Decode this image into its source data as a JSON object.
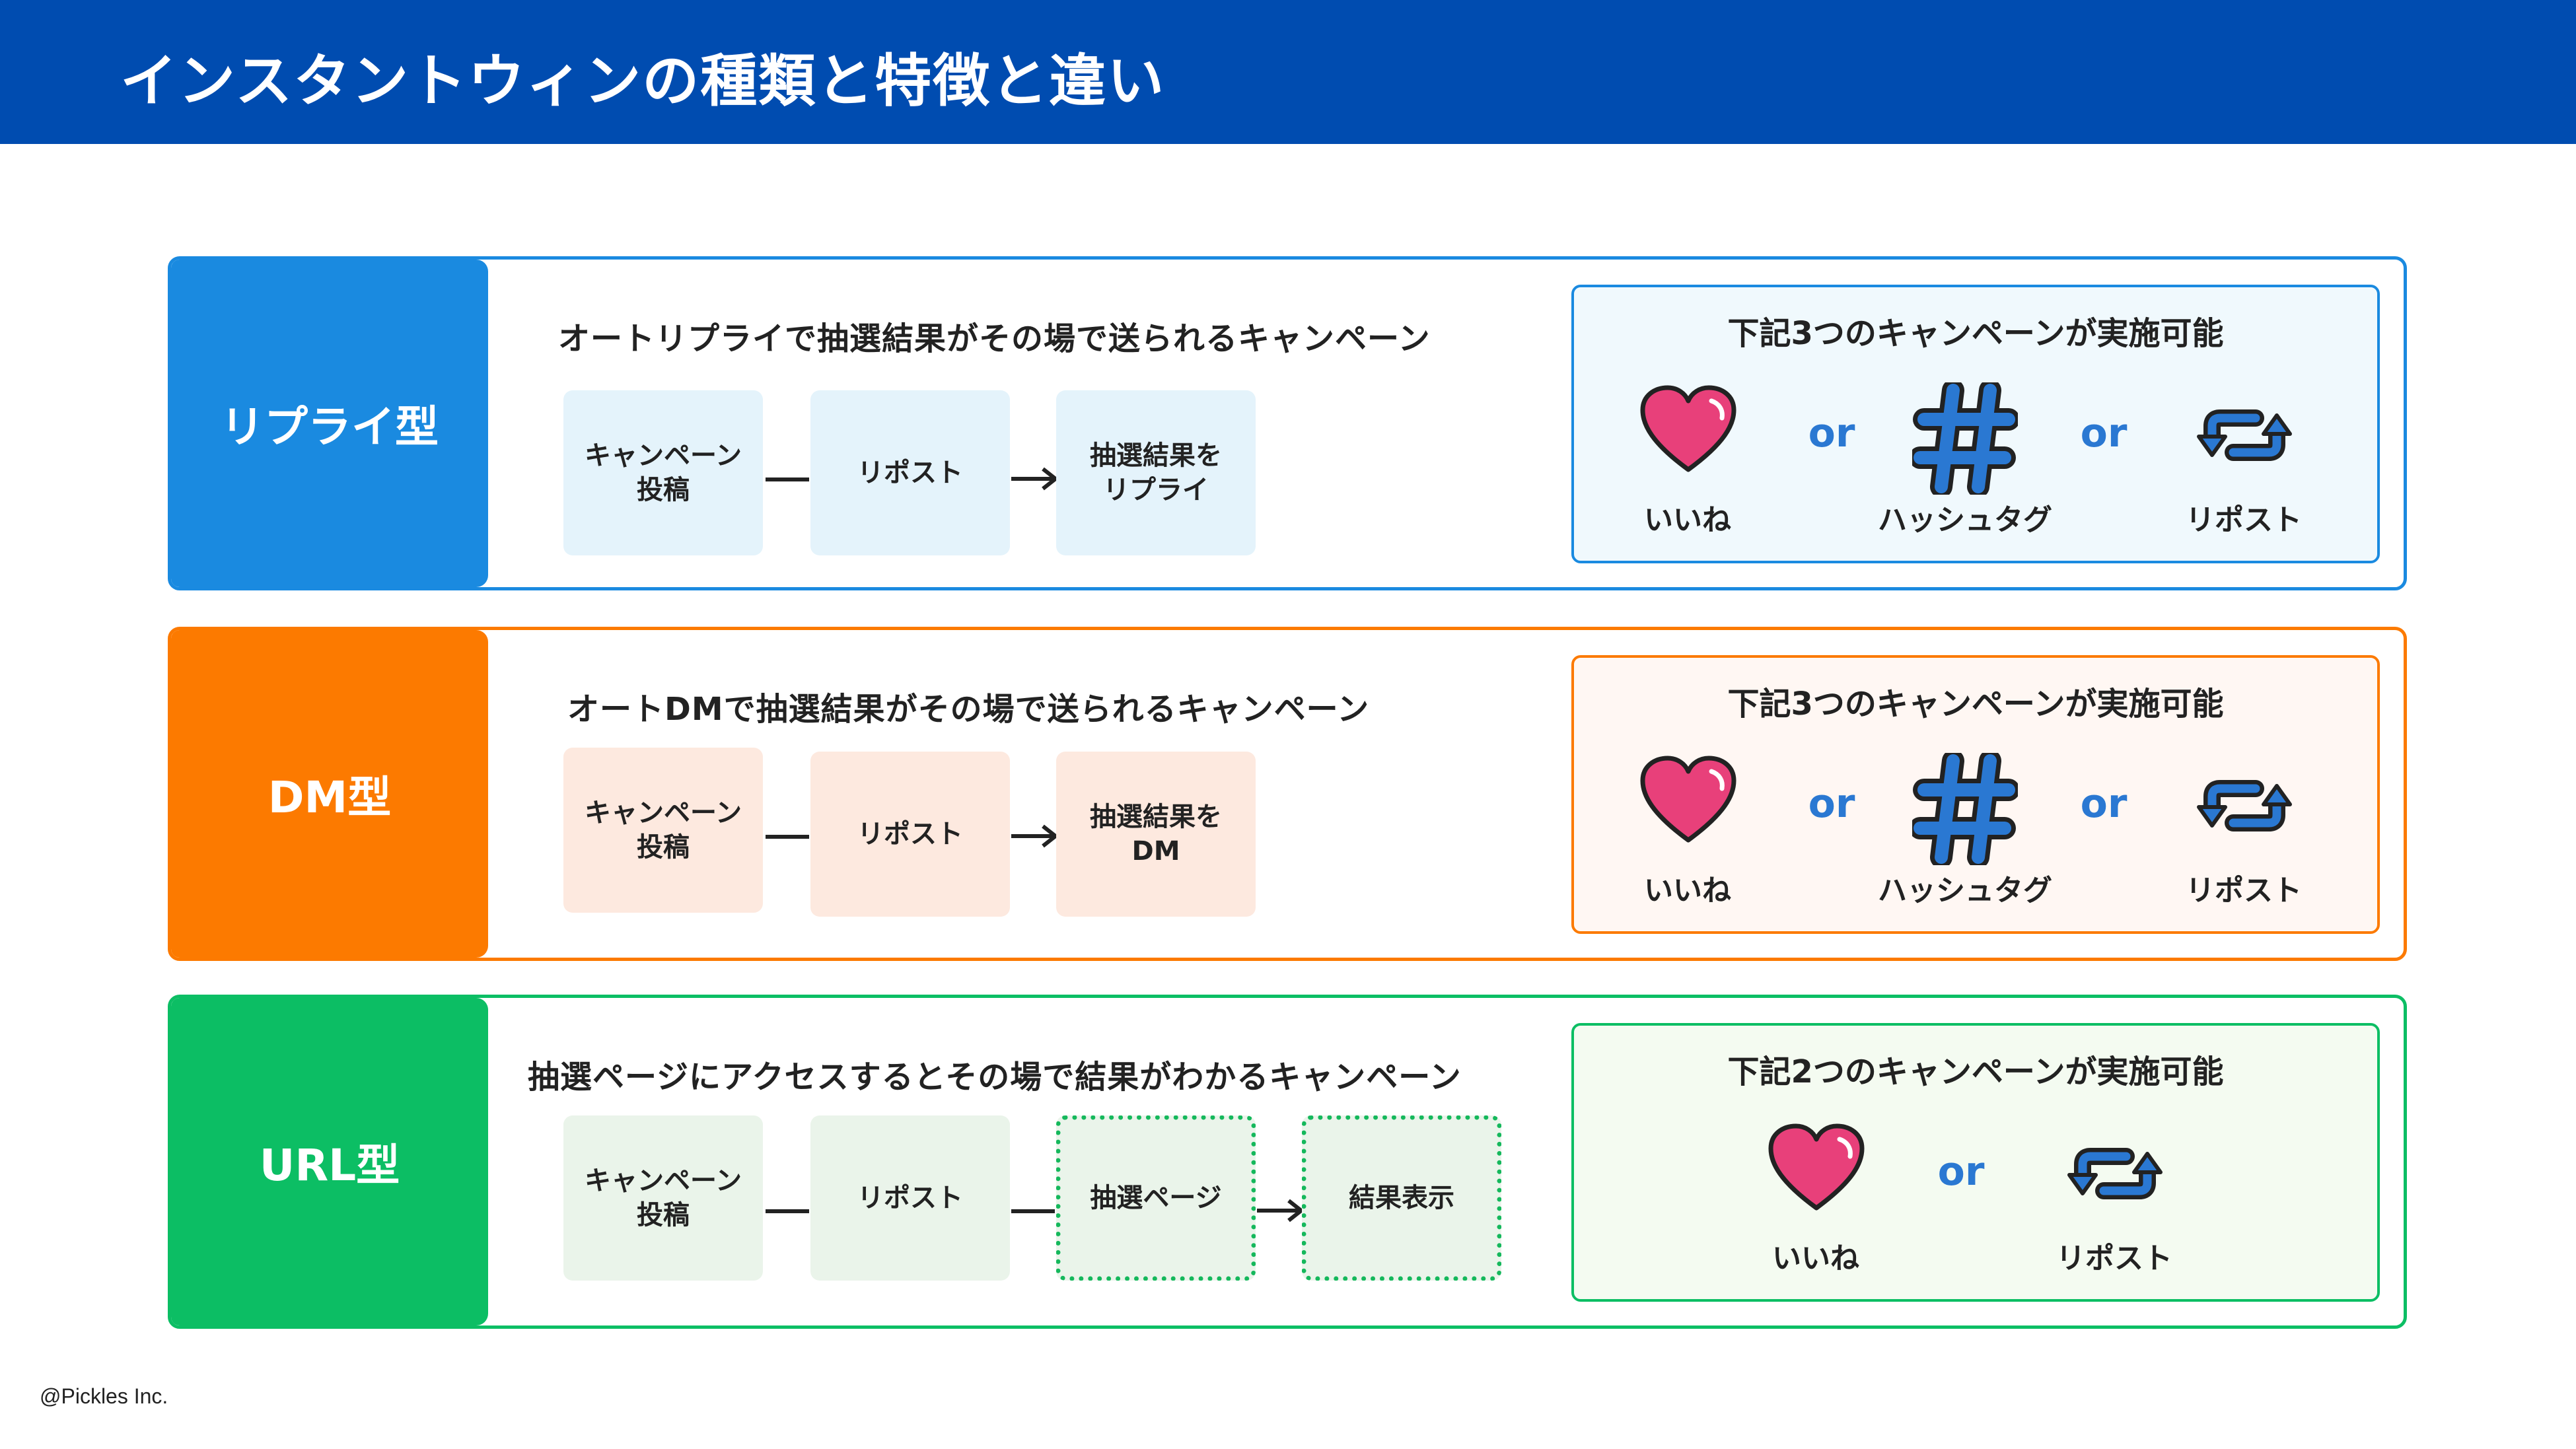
{
  "header": {
    "title": "インスタントウィンの種類と特徴と違い"
  },
  "colors": {
    "header": "#004cb0",
    "reply": "#1a8ae0",
    "dm": "#fc7a00",
    "url": "#0cbe64",
    "or": "#2a78d2",
    "heart": "#e8407a",
    "hash": "#2a78d2",
    "repost": "#2a78d2"
  },
  "rows": [
    {
      "label": "リプライ型",
      "description": "オートリプライで抽選結果がその場で送られるキャンペーン",
      "steps": [
        "キャンペーン\n投稿",
        "リポスト",
        "抽選結果を\nリプライ"
      ],
      "options_title": "下記3つのキャンペーンが実施可能",
      "options": [
        {
          "icon": "heart-icon",
          "label": "いいね"
        },
        {
          "icon": "hashtag-icon",
          "label": "ハッシュタグ"
        },
        {
          "icon": "repost-icon",
          "label": "リポスト"
        }
      ],
      "or_text": "or"
    },
    {
      "label": "DM型",
      "description": "オートDMで抽選結果がその場で送られるキャンペーン",
      "steps": [
        "キャンペーン\n投稿",
        "リポスト",
        "抽選結果を\nDM"
      ],
      "options_title": "下記3つのキャンペーンが実施可能",
      "options": [
        {
          "icon": "heart-icon",
          "label": "いいね"
        },
        {
          "icon": "hashtag-icon",
          "label": "ハッシュタグ"
        },
        {
          "icon": "repost-icon",
          "label": "リポスト"
        }
      ],
      "or_text": "or"
    },
    {
      "label": "URL型",
      "description": "抽選ページにアクセスするとその場で結果がわかるキャンペーン",
      "steps": [
        "キャンペーン\n投稿",
        "リポスト",
        "抽選ページ",
        "結果表示"
      ],
      "options_title": "下記2つのキャンペーンが実施可能",
      "options": [
        {
          "icon": "heart-icon",
          "label": "いいね"
        },
        {
          "icon": "repost-icon",
          "label": "リポスト"
        }
      ],
      "or_text": "or"
    }
  ],
  "footer": {
    "copyright": "@Pickles Inc."
  }
}
